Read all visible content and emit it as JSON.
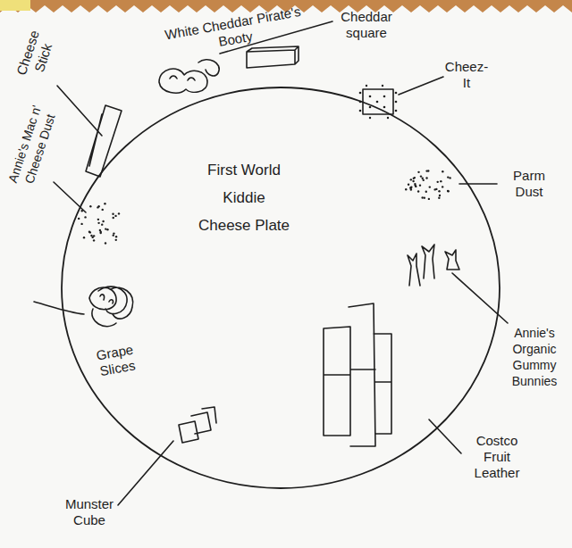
{
  "diagram": {
    "nodes": [
      {
        "text": [
          "First World Kiddie Cheese Plate"
        ]
      }
    ],
    "labels": [
      "Cheese Stick",
      "White Cheddar Pirate's Booty",
      "Cheddar square",
      "Cheez-It",
      "Annie's Mac n' Cheese Dust",
      "Parm Dust",
      "Annie's Organic Gummy Bunnies",
      "Grape Slices",
      "Costco Fruit Leather",
      "Munster Cube"
    ]
  }
}
